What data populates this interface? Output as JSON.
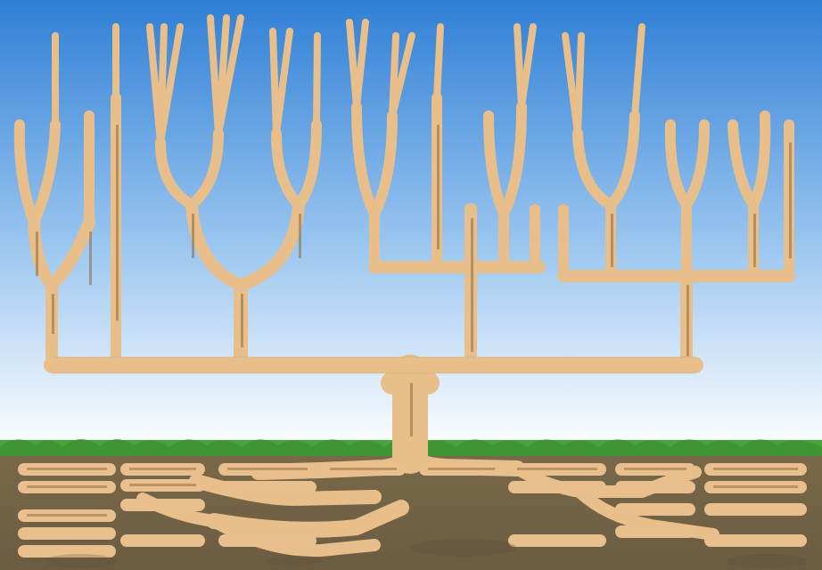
{
  "diagram": {
    "type": "family-tree-illustration",
    "text_legible": false,
    "colors": {
      "sky_top": "#2f7fd6",
      "sky_bottom": "#ffffff",
      "branch_fill": "#e8bf8a",
      "branch_stroke": "#d5a66a",
      "grass": "#47a33a",
      "soil_top": "#7a6a4a",
      "soil_bottom": "#6b5b41",
      "root_label_fill": "#e9c08d",
      "label_text": "#8c6a3a"
    },
    "elements": {
      "sky": "gradient-sky",
      "tree": "branch-network",
      "trunk": "central-trunk",
      "ground": "grass-strip",
      "soil": "earth-layer",
      "roots": "root-network"
    }
  }
}
